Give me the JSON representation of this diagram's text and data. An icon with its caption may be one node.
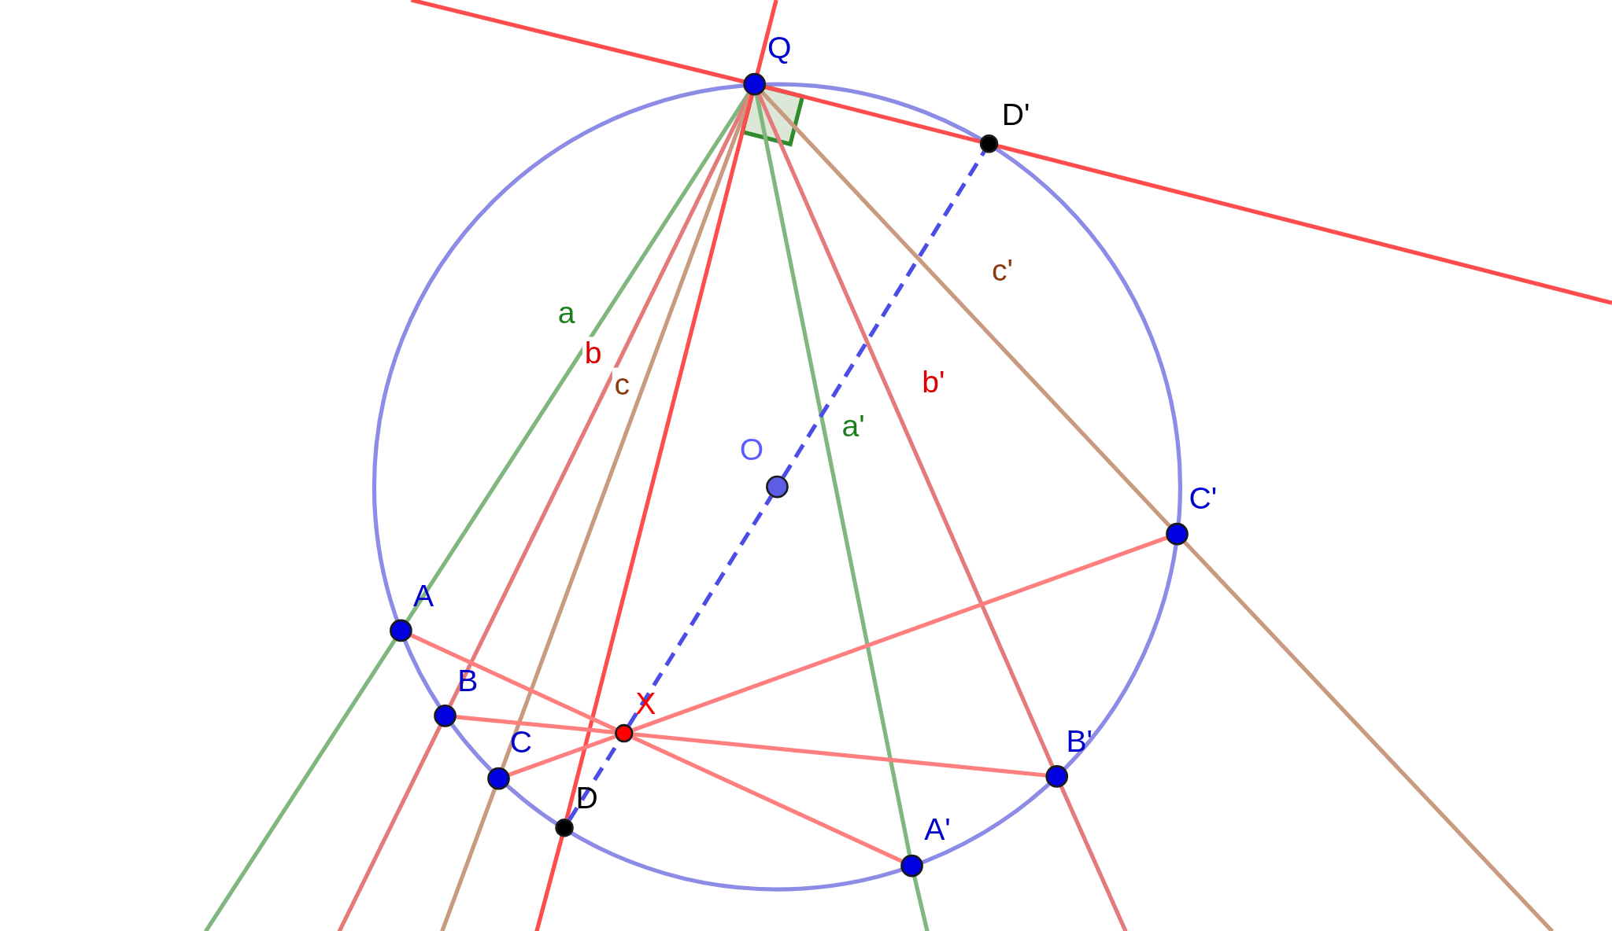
{
  "diagram": {
    "nodes": [
      {
        "text": [
          "Q"
        ]
      },
      {
        "text": [
          "D'"
        ]
      },
      {
        "text": [
          "O"
        ]
      },
      {
        "text": [
          "A"
        ]
      },
      {
        "text": [
          "B"
        ]
      },
      {
        "text": [
          "C"
        ]
      },
      {
        "text": [
          "X"
        ]
      },
      {
        "text": [
          "D"
        ]
      },
      {
        "text": [
          "A'"
        ]
      },
      {
        "text": [
          "B'"
        ]
      },
      {
        "text": [
          "C'"
        ]
      }
    ],
    "edges": [
      {
        "from": 0,
        "to": 3,
        "arrow": "none",
        "label": "a",
        "color": "#7fb77f"
      },
      {
        "from": 0,
        "to": 4,
        "arrow": "none",
        "label": "b",
        "color": "#e57a7a"
      },
      {
        "from": 0,
        "to": 5,
        "arrow": "none",
        "label": "c",
        "color": "#c99a80"
      },
      {
        "from": 0,
        "to": 8,
        "arrow": "none",
        "label": "a'",
        "color": "#7fb77f"
      },
      {
        "from": 0,
        "to": 9,
        "arrow": "none",
        "label": "b'",
        "color": "#e57a7a"
      },
      {
        "from": 0,
        "to": 10,
        "arrow": "none",
        "label": "c'",
        "color": "#c99a80"
      },
      {
        "from": 0,
        "to": 7,
        "arrow": "none",
        "color": "#ff4d4d"
      },
      {
        "from": 0,
        "to": 1,
        "arrow": "none",
        "color": "#ff4d4d"
      },
      {
        "from": 7,
        "to": 6,
        "arrow": "none",
        "style": "dashed",
        "color": "#4c4ce6"
      },
      {
        "from": 6,
        "to": 2,
        "arrow": "none",
        "style": "dashed",
        "color": "#4c4ce6"
      },
      {
        "from": 2,
        "to": 1,
        "arrow": "none",
        "style": "dashed",
        "color": "#4c4ce6"
      },
      {
        "from": 3,
        "to": 6,
        "arrow": "none"
      },
      {
        "from": 6,
        "to": 8,
        "arrow": "none"
      },
      {
        "from": 4,
        "to": 6,
        "arrow": "none"
      },
      {
        "from": 6,
        "to": 9,
        "arrow": "none"
      },
      {
        "from": 5,
        "to": 6,
        "arrow": "none"
      },
      {
        "from": 6,
        "to": 10,
        "arrow": "none"
      }
    ]
  }
}
